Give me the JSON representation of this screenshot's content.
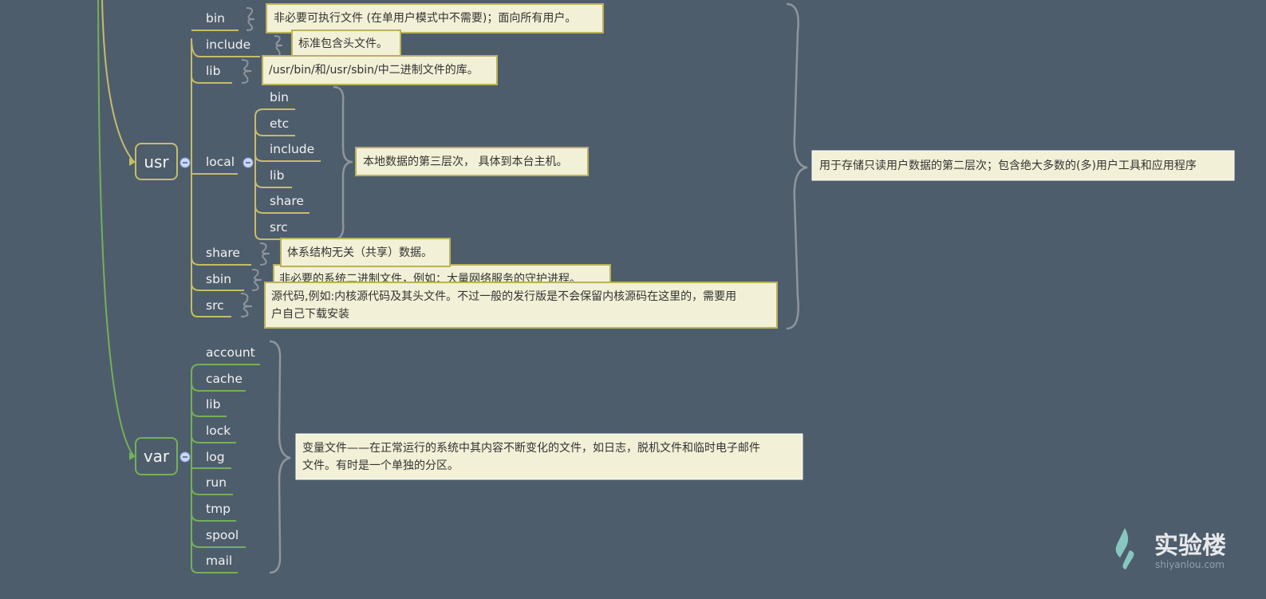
{
  "colors": {
    "background": "#4e5d6c",
    "usr_branch": "#c5bd68",
    "var_branch": "#74b05a",
    "note_fill": "#f2f0d6",
    "note_border": "#b9b25a",
    "brace": "#8e959c",
    "collapse_dot": "#c9d6ff"
  },
  "usr": {
    "label": "usr",
    "summary": "用于存储只读用户数据的第二层次；包含绝大多数的(多)用户工具和应用程序",
    "children": [
      {
        "label": "bin",
        "note": "非必要可执行文件 (在单用户模式中不需要)；面向所有用户。"
      },
      {
        "label": "include",
        "note": "标准包含头文件。"
      },
      {
        "label": "lib",
        "note": "/usr/bin/和/usr/sbin/中二进制文件的库。"
      },
      {
        "label": "local",
        "note": "本地数据的第三层次， 具体到本台主机。",
        "children": [
          "bin",
          "etc",
          "include",
          "lib",
          "share",
          "src"
        ]
      },
      {
        "label": "share",
        "note": "体系结构无关（共享）数据。"
      },
      {
        "label": "sbin",
        "note": "非必要的系统二进制文件，例如：大量网络服务的守护进程。"
      },
      {
        "label": "src",
        "note_lines": [
          "源代码,例如:内核源代码及其头文件。不过一般的发行版是不会保留内核源码在这里的，需要用",
          "户自己下载安装"
        ]
      }
    ]
  },
  "var": {
    "label": "var",
    "note_lines": [
      "变量文件——在正常运行的系统中其内容不断变化的文件，如日志，脱机文件和临时电子邮件",
      "文件。有时是一个单独的分区。"
    ],
    "children": [
      "account",
      "cache",
      "lib",
      "lock",
      "log",
      "run",
      "tmp",
      "spool",
      "mail"
    ]
  },
  "logo": {
    "cn": "实验楼",
    "en": "shiyanlou.com"
  }
}
